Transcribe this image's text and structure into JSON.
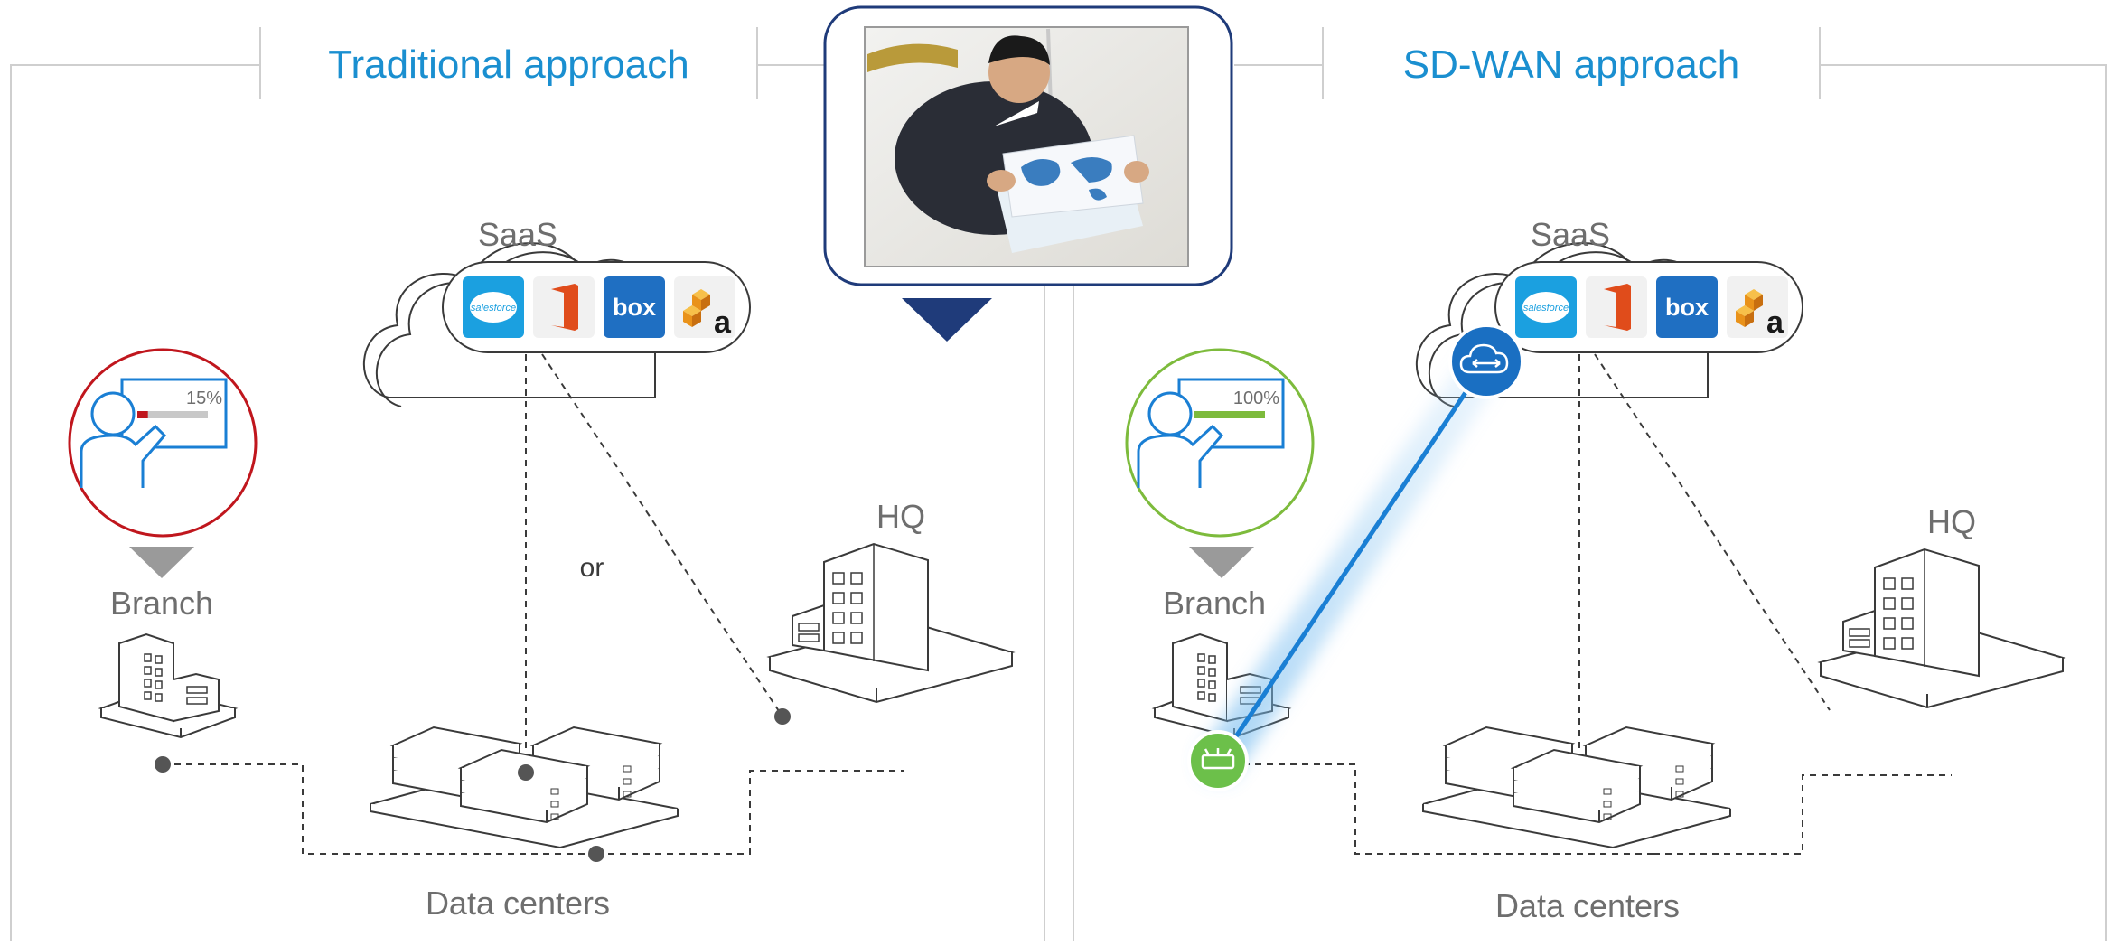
{
  "left_panel": {
    "title": "Traditional approach",
    "saas_label": "SaaS",
    "or_label": "or",
    "hq_label": "HQ",
    "branch_label": "Branch",
    "datacenters_label": "Data centers",
    "progress_text": "15%",
    "progress_fraction": 0.15,
    "status_color": "#c0161d"
  },
  "right_panel": {
    "title": "SD-WAN approach",
    "saas_label": "SaaS",
    "hq_label": "HQ",
    "branch_label": "Branch",
    "datacenters_label": "Data centers",
    "progress_text": "100%",
    "progress_fraction": 1.0,
    "status_color": "#7dbb3c"
  },
  "saas_apps": [
    {
      "name": "salesforce",
      "label": "salesforce",
      "color": "#1ba0e0"
    },
    {
      "name": "office",
      "label": "",
      "color": "#e04c1b"
    },
    {
      "name": "box",
      "label": "box",
      "color": "#1f6fc2"
    },
    {
      "name": "aws",
      "label": "a",
      "color": "#f3a01c"
    }
  ],
  "colors": {
    "title": "#1a8fd0",
    "label": "#6e6e6e",
    "line": "#3a3a3a",
    "accent_blue": "#1a7fd4",
    "edge_green": "#6cc04a",
    "frame_navy": "#1f3b7a"
  },
  "icons": {
    "cloud_gateway": "cloud-gateway-icon",
    "edge_device": "sdwan-edge-icon",
    "presenter": "presenter-icon",
    "video": "video-thumbnail"
  }
}
